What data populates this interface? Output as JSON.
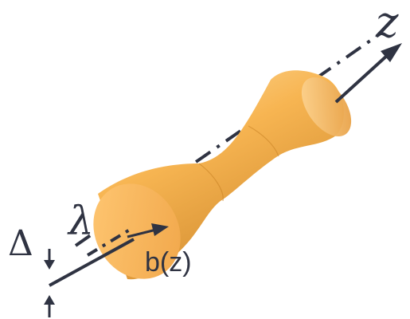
{
  "labels": {
    "axis": "z",
    "wavelength": "λ",
    "separation": "Δ",
    "radius": "b(z)"
  },
  "colors": {
    "beam_light": "#ffd08a",
    "beam_mid": "#f6b04e",
    "beam_dark": "#c98427",
    "line": "#2f3342"
  }
}
